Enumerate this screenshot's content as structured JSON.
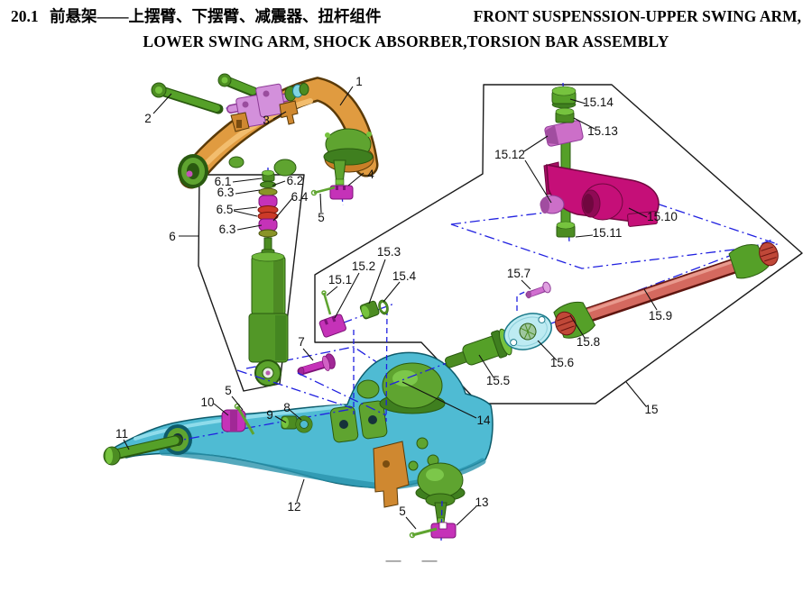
{
  "page": {
    "title": {
      "section": "20.1",
      "chinese": "前悬架——上摆臂、下摆臂、减震器、扭杆组件",
      "english_line1": "FRONT SUSPENSSION-UPPER SWING ARM,",
      "english_line2": "LOWER SWING ARM, SHOCK ABSORBER,TORSION BAR ASSEMBLY"
    },
    "footer": {
      "dash_left": "—",
      "dash_right": "—"
    }
  },
  "diagram": {
    "callouts": [
      {
        "label": "1"
      },
      {
        "label": "2"
      },
      {
        "label": "3"
      },
      {
        "label": "4"
      },
      {
        "label": "5"
      },
      {
        "label": "6.1"
      },
      {
        "label": "6.2"
      },
      {
        "label": "6.3"
      },
      {
        "label": "6.4"
      },
      {
        "label": "6.5"
      },
      {
        "label": "6.3"
      },
      {
        "label": "6"
      },
      {
        "label": "7"
      },
      {
        "label": "8"
      },
      {
        "label": "9"
      },
      {
        "label": "10"
      },
      {
        "label": "5"
      },
      {
        "label": "11"
      },
      {
        "label": "12"
      },
      {
        "label": "5"
      },
      {
        "label": "13"
      },
      {
        "label": "14"
      },
      {
        "label": "15"
      },
      {
        "label": "15.1"
      },
      {
        "label": "15.2"
      },
      {
        "label": "15.3"
      },
      {
        "label": "15.4"
      },
      {
        "label": "15.5"
      },
      {
        "label": "15.6"
      },
      {
        "label": "15.7"
      },
      {
        "label": "15.8"
      },
      {
        "label": "15.9"
      },
      {
        "label": "15.10"
      },
      {
        "label": "15.11"
      },
      {
        "label": "15.12"
      },
      {
        "label": "15.13"
      },
      {
        "label": "15.14"
      }
    ],
    "colors": {
      "upper_arm_orange": "#E09B40",
      "lower_arm_cyan": "#4FBBD3",
      "shock_green": "#5BA32C",
      "torsion_bar_red": "#D4695F",
      "anchor_bracket_crimson": "#C50F78",
      "nut_magenta": "#C532B8",
      "shaft_pink": "#D390DB",
      "flange_pale_cyan": "#BDEBF2",
      "centerline_blue": "#2020E0",
      "outline_black": "#1A1A1A"
    }
  }
}
